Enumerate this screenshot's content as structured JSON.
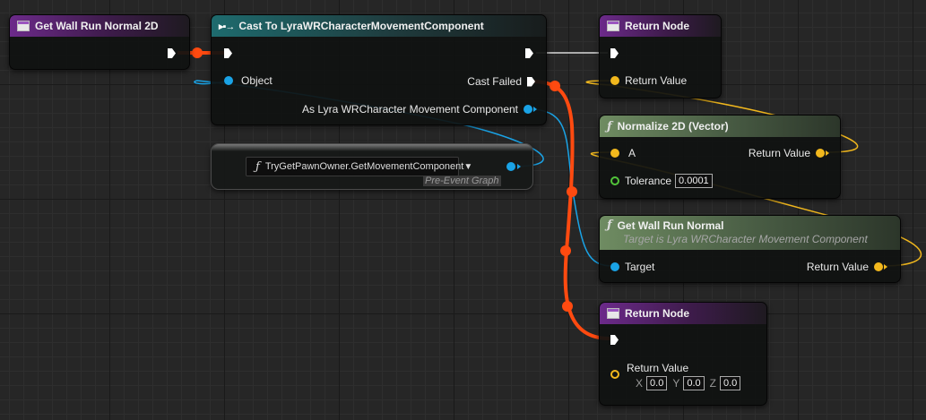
{
  "colors": {
    "exec_wire": "#ff4a10",
    "object_wire": "#1aa3e6",
    "vector_wire": "#f2b81d",
    "function_header": "#6c2a8a",
    "cast_header": "#1e6b6e",
    "pure_header": "#6f8c62"
  },
  "nodes": {
    "entry": {
      "title": "Get Wall Run Normal 2D",
      "icon": "function-entry-icon"
    },
    "cast": {
      "title": "Cast To LyraWRCharacterMovementComponent",
      "icon": "cast-arrow-icon",
      "object_label": "Object",
      "cast_failed_label": "Cast Failed",
      "as_label": "As Lyra WRCharacter Movement Component"
    },
    "getter": {
      "function_label": "TryGetPawnOwner.GetMovementComponent",
      "badge": "Pre-Event Graph"
    },
    "return_top": {
      "title": "Return Node",
      "return_label": "Return Value"
    },
    "normalize": {
      "title": "Normalize 2D (Vector)",
      "a_label": "A",
      "return_label": "Return Value",
      "tolerance_label": "Tolerance",
      "tolerance_value": "0.0001"
    },
    "get_normal": {
      "title": "Get Wall Run Normal",
      "subtitle": "Target is Lyra WRCharacter Movement Component",
      "target_label": "Target",
      "return_label": "Return Value"
    },
    "return_bottom": {
      "title": "Return Node",
      "return_label": "Return Value",
      "x_label": "X",
      "x_value": "0.0",
      "y_label": "Y",
      "y_value": "0.0",
      "z_label": "Z",
      "z_value": "0.0"
    }
  }
}
